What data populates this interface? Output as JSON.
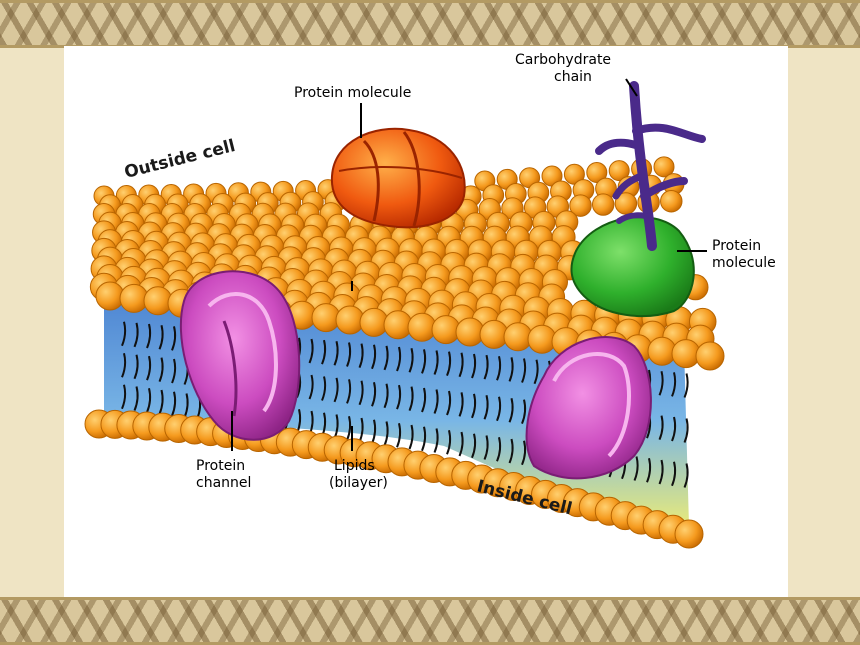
{
  "labels": {
    "protein_molecule_top": "Protein molecule",
    "carbohydrate_line1": "Carbohydrate",
    "carbohydrate_line2": "chain",
    "outside_cell": "Outside cell",
    "protein_molecule_right_line1": "Protein",
    "protein_molecule_right_line2": "molecule",
    "protein_channel_line1": "Protein",
    "protein_channel_line2": "channel",
    "lipids_line1": "Lipids",
    "lipids_line2": "(bilayer)",
    "inside_cell": "Inside cell"
  },
  "colors": {
    "lipid_head": "#f59a1e",
    "lipid_head_outline": "#b86500",
    "protein_orange": "#ee4a0c",
    "protein_green": "#27a82b",
    "protein_channel": "#b33aa8",
    "carbohydrate": "#4a2a8a",
    "membrane_core": "#5aa0d8"
  }
}
